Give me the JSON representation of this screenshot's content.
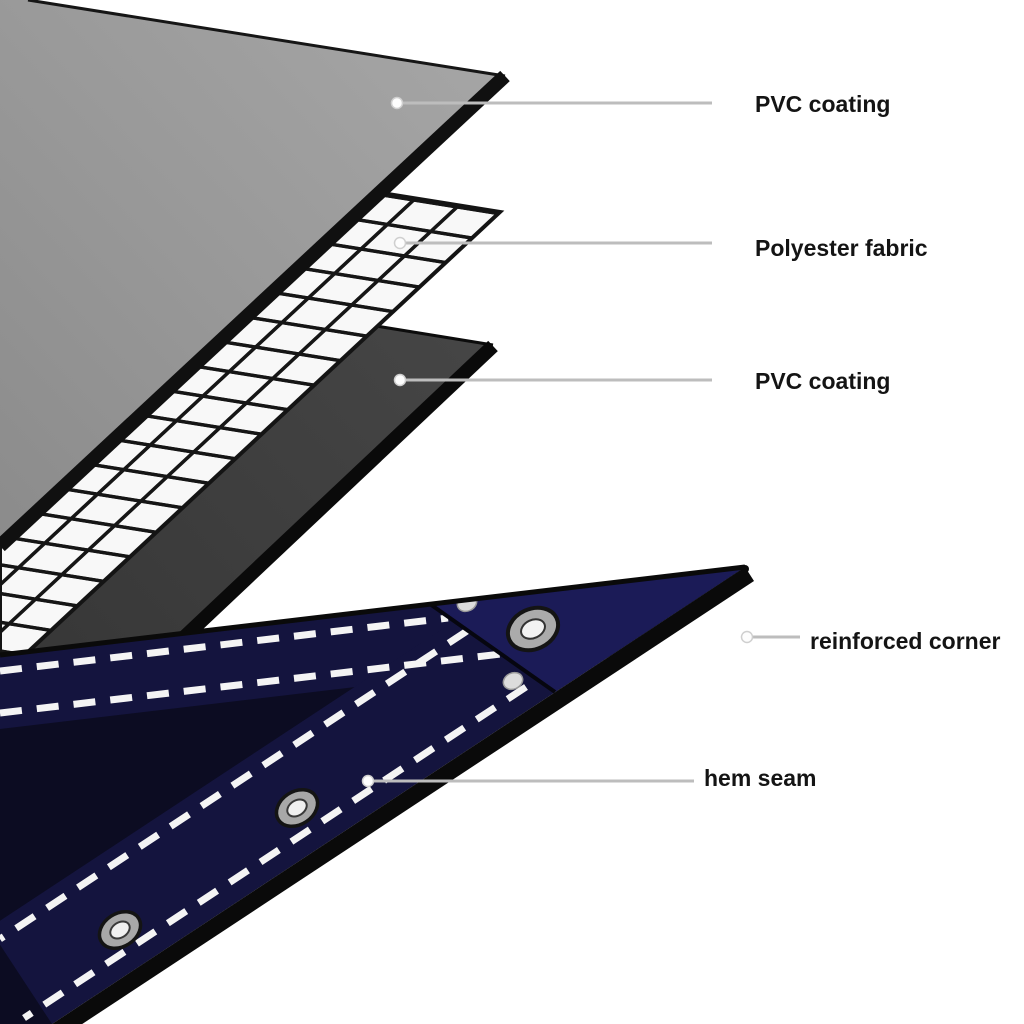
{
  "figure": {
    "description": "Exploded diagram of a tarpaulin: three material layers above a navy tarp corner with grommets",
    "background_color": "#ffffff",
    "callout_line_color": "#bdbdbd",
    "label_color": "#141414"
  },
  "callouts": {
    "pvc_top": {
      "label": "PVC coating"
    },
    "polyester_fabric": {
      "label": "Polyester fabric"
    },
    "pvc_bottom": {
      "label": "PVC coating"
    },
    "reinforced_corner": {
      "label": "reinforced corner"
    },
    "hem_seam": {
      "label": "hem seam"
    }
  },
  "layers": [
    {
      "name": "PVC coating (top sheet)",
      "color": "#9b9b9b",
      "edge_color": "#101010"
    },
    {
      "name": "Polyester fabric (mesh)",
      "cell_color": "#f8f8f8",
      "grid_color": "#161616"
    },
    {
      "name": "PVC coating (bottom sheet)",
      "color": "#3f3f3f",
      "edge_color": "#0a0a0a"
    },
    {
      "name": "Tarpaulin corner",
      "body_color": "#0c0c22",
      "hem_color": "#14143e",
      "corner_patch_color": "#1b1b57",
      "stitch_color": "#f4f4f4",
      "grommet_ring_color": "#a8a8a8",
      "grommet_hole_color": "#f0f0f0"
    }
  ]
}
